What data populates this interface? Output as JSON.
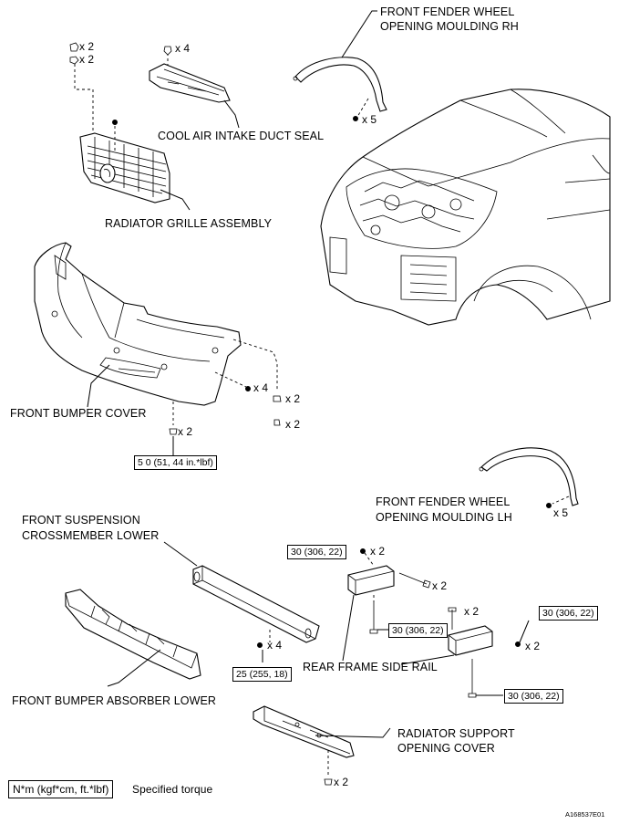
{
  "labels": {
    "fender_rh": [
      "FRONT FENDER WHEEL",
      "OPENING MOULDING RH"
    ],
    "cool_air": "COOL AIR INTAKE DUCT SEAL",
    "grille": "RADIATOR GRILLE ASSEMBLY",
    "bumper_cover": "FRONT BUMPER COVER",
    "fender_lh": [
      "FRONT FENDER WHEEL",
      "OPENING MOULDING LH"
    ],
    "crossmember": [
      "FRONT SUSPENSION",
      "CROSSMEMBER LOWER"
    ],
    "rear_rail": "REAR FRAME SIDE RAIL",
    "absorber": "FRONT BUMPER ABSORBER LOWER",
    "rad_cover": [
      "RADIATOR SUPPORT",
      "OPENING COVER"
    ]
  },
  "quantities": {
    "grille_clip_a": "x 2",
    "grille_clip_b": "x 2",
    "duct_seal": "x 4",
    "fender_rh": "x 5",
    "bumper_side_screw": "x 4",
    "bumper_side_clip_a": "x 2",
    "bumper_side_clip_b": "x 2",
    "bumper_bottom": "x 2",
    "fender_lh": "x 5",
    "rail_nut": "x 2",
    "rail_bolt_upper": "x 2",
    "rail_bolt_right": "x 2",
    "rail_nut_right": "x 2",
    "crossmember_bolt": "x 4",
    "rad_cover_clip": "x 2"
  },
  "torques": {
    "bumper": "5 0 (51, 44 in.*lbf)",
    "rail_nut_upper": "30 (306, 22)",
    "rail_bolt_mid": "30 (306, 22)",
    "rail_nut_right": "30 (306, 22)",
    "rail_bolt_lower": "30 (306, 22)",
    "crossmember": "25 (255, 18)"
  },
  "legend": {
    "unit": "N*m (kgf*cm, ft.*lbf)",
    "text": "Specified torque"
  },
  "figure_id": "A168537E01"
}
